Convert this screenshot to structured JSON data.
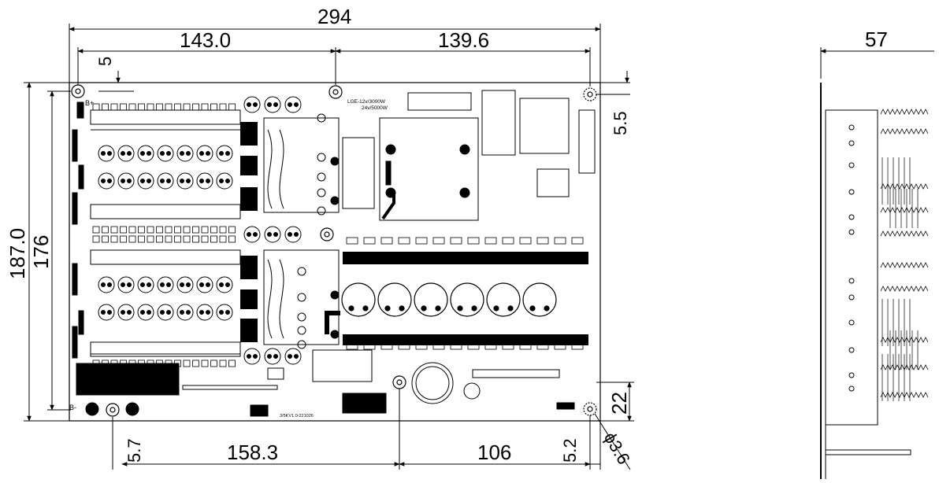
{
  "front_view": {
    "dimensions": {
      "overall_width": "294",
      "left_span": "143.0",
      "right_span": "139.6",
      "top_hole_offset": "5",
      "right_hole_offset": "5.5",
      "overall_height": "187.0",
      "inner_height": "176",
      "left_bottom_offset": "5.7",
      "bottom_left_span": "158.3",
      "bottom_right_span": "106",
      "bottom_right_offset": "5.2",
      "bottom_right_height": "22",
      "hole_diameter": "ϕ3.6"
    },
    "board_labels": {
      "b_plus": "B+",
      "b_minus": "B-",
      "rating_line1": "LGE-12v/3000W",
      "rating_line2": "24v/5000W",
      "version": "3/5KV1.0-221026"
    }
  },
  "side_view": {
    "dimensions": {
      "depth": "57"
    }
  }
}
